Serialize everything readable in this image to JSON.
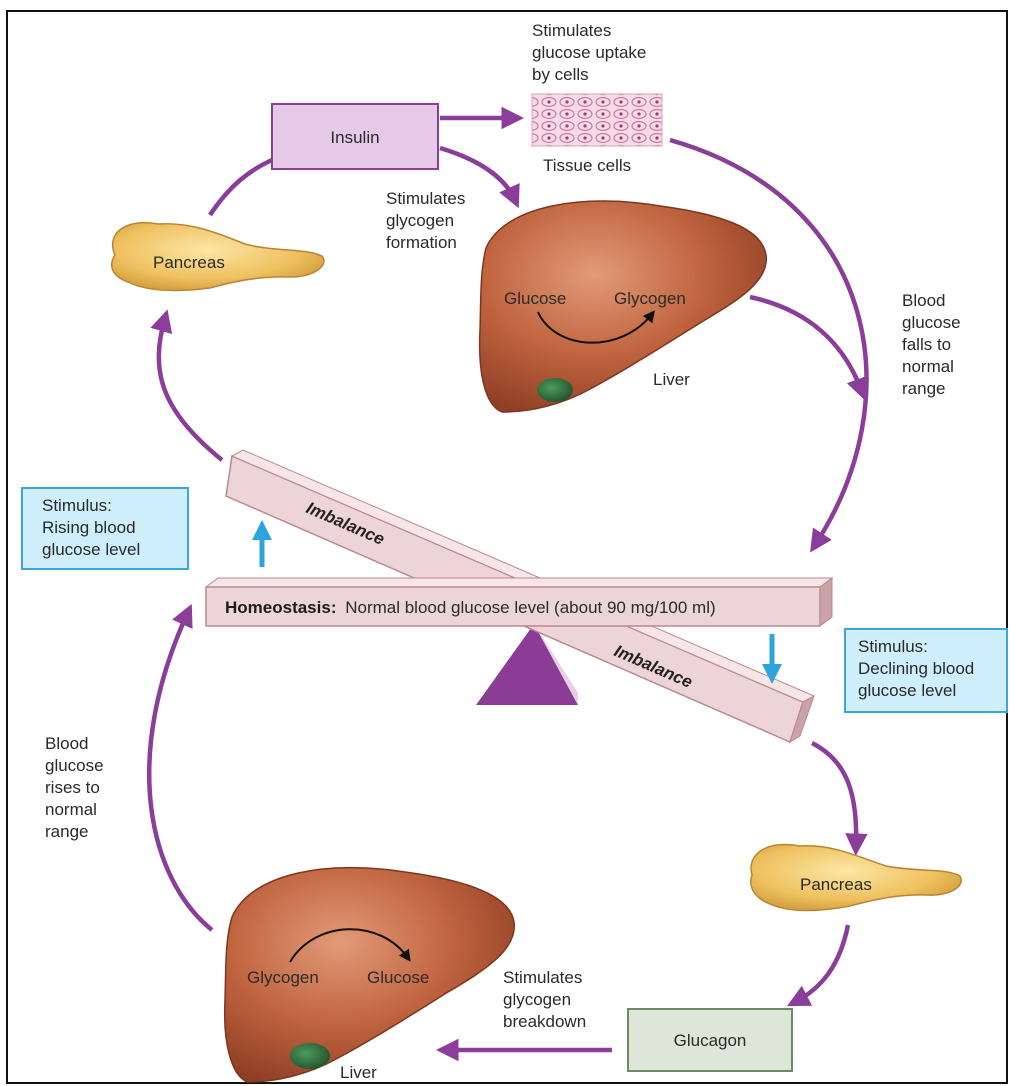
{
  "colors": {
    "arrow": "#8a3e9a",
    "insulin_box": "#e6c9e6",
    "glucagon_box": "#dde6d8",
    "stimulus_box": "#cdeefa",
    "stimulus_border": "#3aa7d8",
    "beam": "#edd4d6",
    "fulcrum": "#8b3d96",
    "liver": "#b85c3c",
    "pancreas": "#f0c466",
    "gallbladder": "#2f6e3e",
    "up_down_arrow": "#2fa3dc"
  },
  "insulin": {
    "label": "Insulin"
  },
  "glucagon": {
    "label": "Glucagon"
  },
  "tissue": {
    "caption_lines": [
      "Stimulates",
      "glucose uptake",
      "by cells"
    ],
    "label": "Tissue cells"
  },
  "glycogen_formation": {
    "lines": [
      "Stimulates",
      "glycogen",
      "formation"
    ]
  },
  "glycogen_breakdown": {
    "lines": [
      "Stimulates",
      "glycogen",
      "breakdown"
    ]
  },
  "pancreas_top": {
    "label": "Pancreas"
  },
  "pancreas_bottom": {
    "label": "Pancreas"
  },
  "liver_top": {
    "from": "Glucose",
    "to": "Glycogen",
    "label": "Liver"
  },
  "liver_bottom": {
    "from": "Glycogen",
    "to": "Glucose",
    "label": "Liver"
  },
  "falls_text": {
    "lines": [
      "Blood",
      "glucose",
      "falls to",
      "normal",
      "range"
    ]
  },
  "rises_text": {
    "lines": [
      "Blood",
      "glucose",
      "rises to",
      "normal",
      "range"
    ]
  },
  "stimulus_rising": {
    "lines": [
      "Stimulus:",
      "Rising blood",
      "glucose level"
    ]
  },
  "stimulus_declining": {
    "lines": [
      "Stimulus:",
      "Declining blood",
      "glucose level"
    ]
  },
  "homeostasis": {
    "bold": "Homeostasis:",
    "text": "Normal blood glucose level (about 90 mg/100 ml)"
  },
  "imbalance_upper": "Imbalance",
  "imbalance_lower": "Imbalance"
}
